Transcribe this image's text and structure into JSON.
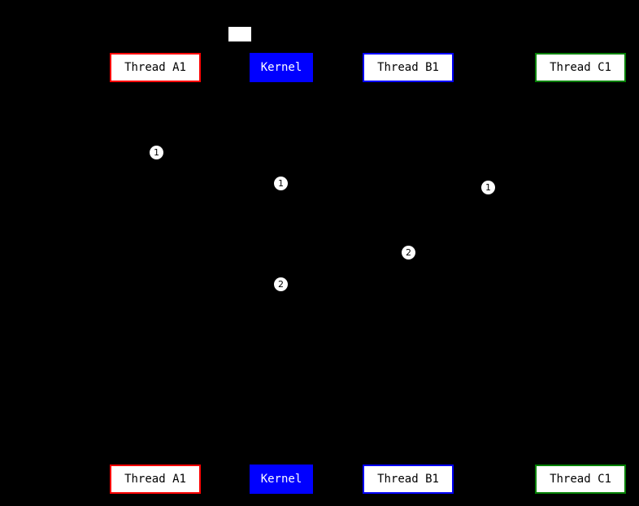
{
  "diagram": {
    "type": "sequence",
    "background": "#000000",
    "participants": [
      {
        "name": "Thread A1",
        "border": "#ff0000",
        "fill": "#ffffff",
        "text": "#000000"
      },
      {
        "name": "Kernel",
        "border": "#0000ff",
        "fill": "#0000ff",
        "text": "#ffffff"
      },
      {
        "name": "Thread B1",
        "border": "#0000ff",
        "fill": "#ffffff",
        "text": "#000000"
      },
      {
        "name": "Thread C1",
        "border": "#008000",
        "fill": "#ffffff",
        "text": "#000000"
      }
    ],
    "markers": [
      {
        "label": "1"
      },
      {
        "label": "1"
      },
      {
        "label": "1"
      },
      {
        "label": "2"
      },
      {
        "label": "2"
      }
    ],
    "legend_box": {
      "fill": "#ffffff"
    }
  }
}
